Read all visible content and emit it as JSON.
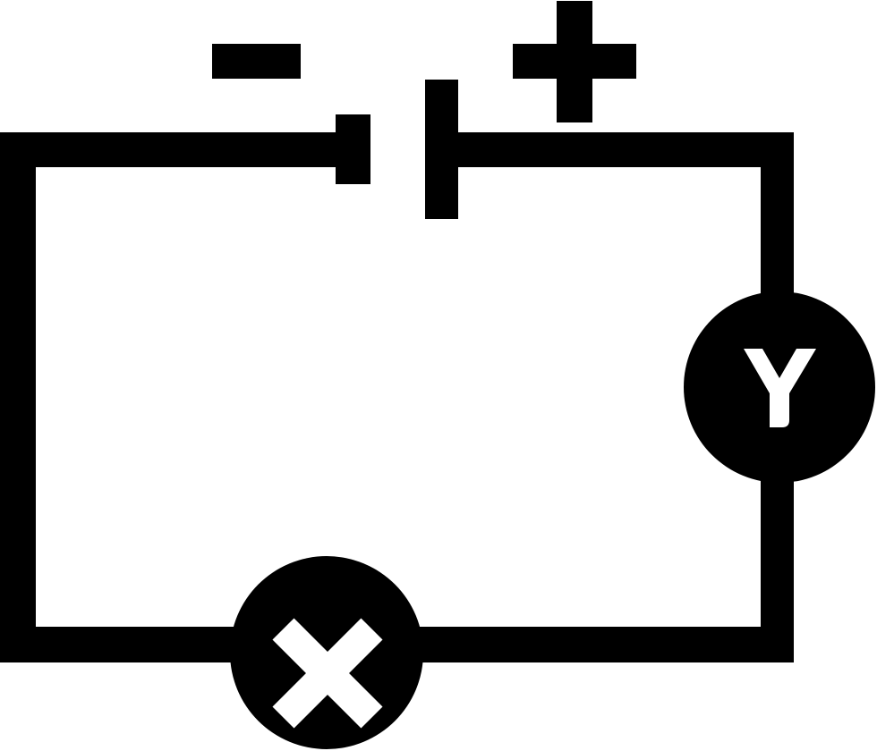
{
  "diagram": {
    "type": "electric-circuit",
    "background": "#ffffff",
    "stroke_color": "#000000",
    "symbol_fill": "#000000",
    "glyph_color": "#ffffff",
    "battery": {
      "negative_label": "−",
      "positive_label": "+"
    },
    "components": [
      {
        "id": "meter-y",
        "label": "Y",
        "position": "right"
      },
      {
        "id": "lamp-x",
        "label": "X",
        "position": "bottom"
      }
    ]
  }
}
